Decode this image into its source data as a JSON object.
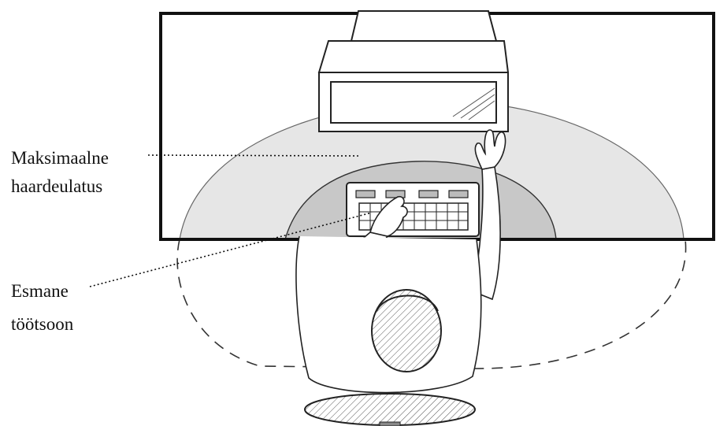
{
  "labels": {
    "max_reach_line1": "Maksimaalne",
    "max_reach_line2": "haardeulatus",
    "primary_zone_line1": "Esmane",
    "primary_zone_line2": "töötsoon"
  },
  "colors": {
    "ink": "#1a1a1a",
    "max_zone_fill": "#e4e4e4",
    "primary_zone_fill": "#c6c6c6",
    "desk_fill": "#ffffff"
  }
}
